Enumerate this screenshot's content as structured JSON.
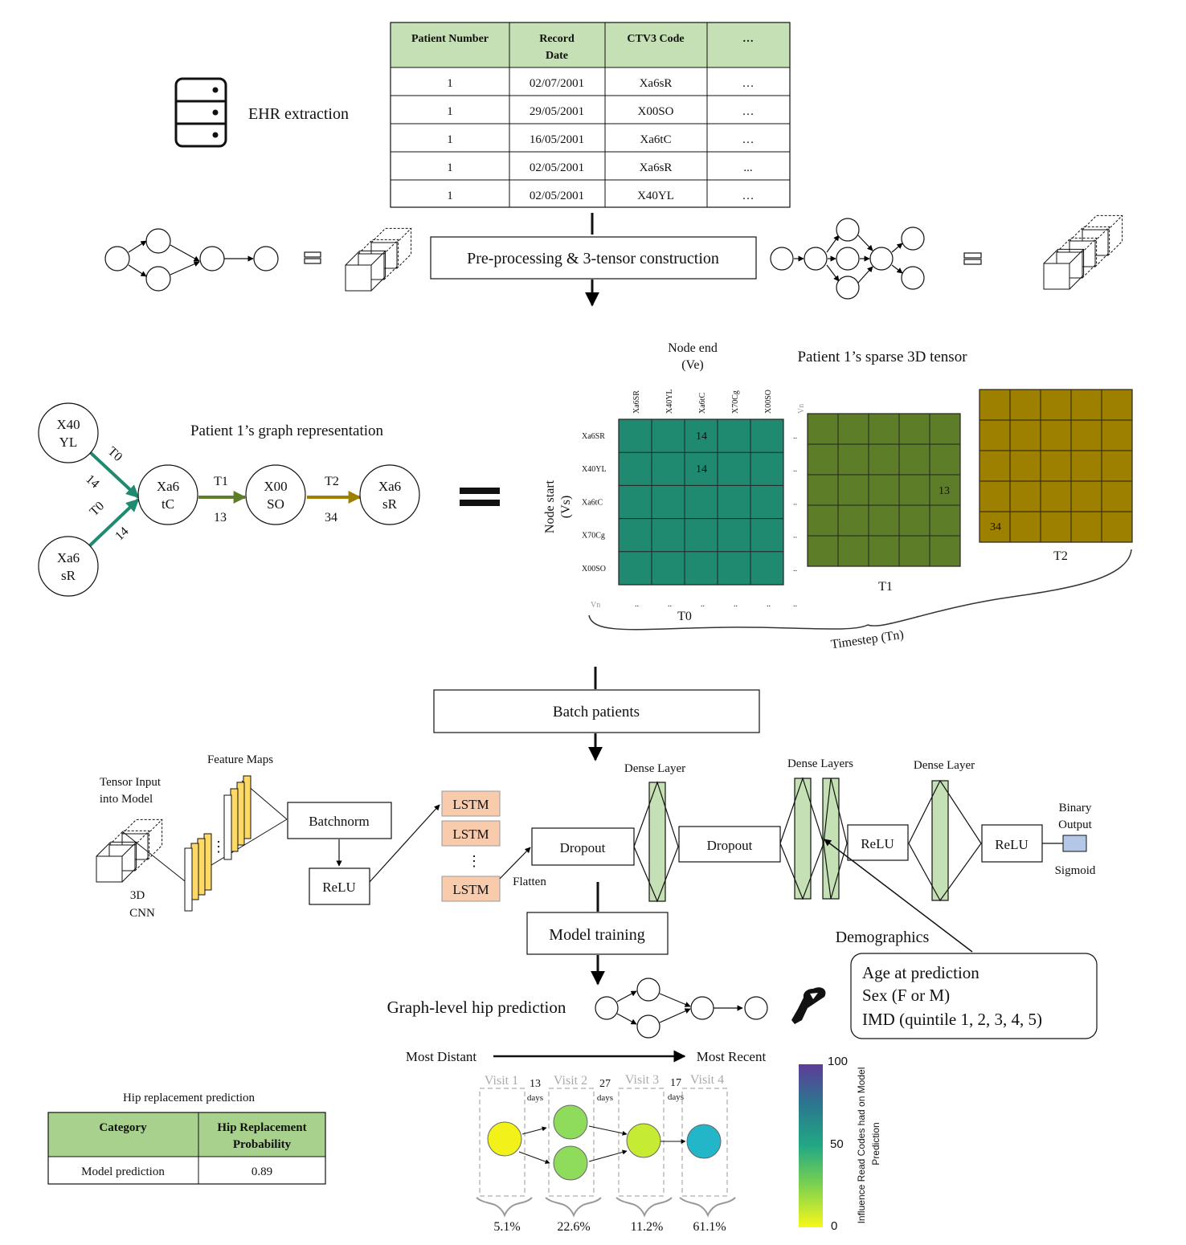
{
  "ehr": {
    "label": "EHR  extraction",
    "headers": [
      "Patient Number",
      "Record",
      "Date",
      "CTV3  Code",
      "…"
    ],
    "rows": [
      [
        "1",
        "02/07/2001",
        "Xa6sR",
        "…"
      ],
      [
        "1",
        "29/05/2001",
        "X00SO",
        "…"
      ],
      [
        "1",
        "16/05/2001",
        "Xa6tC",
        "…"
      ],
      [
        "1",
        "02/05/2001",
        "Xa6sR",
        "..."
      ],
      [
        "1",
        "02/05/2001",
        "X40YL",
        "…"
      ]
    ]
  },
  "steps": {
    "preprocess": "Pre-processing & 3-tensor construction",
    "batch": "Batch patients",
    "training": "Model training"
  },
  "graph": {
    "title": "Patient  1’s graph representation",
    "nodes": [
      {
        "l1": "X40",
        "l2": "YL"
      },
      {
        "l1": "Xa6",
        "l2": "sR"
      },
      {
        "l1": "Xa6",
        "l2": "tC"
      },
      {
        "l1": "X00",
        "l2": "SO"
      },
      {
        "l1": "Xa6",
        "l2": "sR"
      }
    ],
    "edges": [
      {
        "t": "T0",
        "w": "14"
      },
      {
        "t": "T0",
        "w": "14"
      },
      {
        "t": "T1",
        "w": "13"
      },
      {
        "t": "T2",
        "w": "34"
      }
    ]
  },
  "tensor": {
    "title": "Patient  1’s sparse  3D tensor",
    "node_end_1": "Node end",
    "node_end_2": "(Ve)",
    "node_start_1": "Node start",
    "node_start_2": "(Vs)",
    "col_labels": [
      "Xa6SR",
      "X40YL",
      "Xa6tC",
      "X70Cg",
      "X00SO",
      "Vn"
    ],
    "row_labels": [
      "Xa6SR",
      "X40YL",
      "Xa6tC",
      "X70Cg",
      "X00SO",
      "Vn"
    ],
    "vals_t0": [
      "14",
      "14"
    ],
    "val_t1": "13",
    "val_t2": "34",
    "slices": [
      "T0",
      "T1",
      "T2"
    ],
    "timestep": "Timestep (Tn)",
    "dots": ".."
  },
  "colors": {
    "t0": "#1f8a70",
    "t1": "#5e7d28",
    "t2": "#9e8000",
    "table_header": "#c5e0b4",
    "dense": "#c5e0b4",
    "lstm": "#f8cbad",
    "feature_map": "#ffd966",
    "output": "#b4c7e7"
  },
  "model": {
    "tensor_input_1": "Tensor Input",
    "tensor_input_2": "into Model",
    "cnn_1": "3D",
    "cnn_2": "CNN",
    "feature_maps": "Feature Maps",
    "batchnorm": "Batchnorm",
    "relu": "ReLU",
    "lstm": "LSTM",
    "flatten": "Flatten",
    "dropout": "Dropout",
    "dense_layer": "Dense Layer",
    "dense_layers": "Dense Layers",
    "binary_1": "Binary",
    "binary_2": "Output",
    "sigmoid": "Sigmoid",
    "vdots": "⋮"
  },
  "demographics": {
    "title": "Demographics",
    "items": [
      "Age at prediction",
      "Sex (F or M)",
      "IMD (quintile 1, 2, 3, 4, 5)"
    ]
  },
  "prediction": {
    "label": "Graph-level hip prediction",
    "most_distant": "Most Distant",
    "most_recent": "Most Recent",
    "visits": [
      "Visit  1",
      "Visit  2",
      "Visit  3",
      "Visit  4"
    ],
    "gaps": [
      "13",
      "27",
      "17"
    ],
    "days": "days",
    "percents": [
      "5.1%",
      "22.6%",
      "11.2%",
      "61.1%"
    ],
    "node_colors": [
      "#f2f21a",
      "#8fdc5c",
      "#c6eb33",
      "#22b6c8"
    ],
    "colorbar_ticks": [
      "100",
      "50",
      "0"
    ],
    "colorbar_label_1": "Influence Read Codes had on Model",
    "colorbar_label_2": "Prediction"
  },
  "results": {
    "title": "Hip replacement prediction",
    "headers": [
      "Category",
      "Hip Replacement",
      "Probability"
    ],
    "row": [
      "Model prediction",
      "0.89"
    ]
  }
}
